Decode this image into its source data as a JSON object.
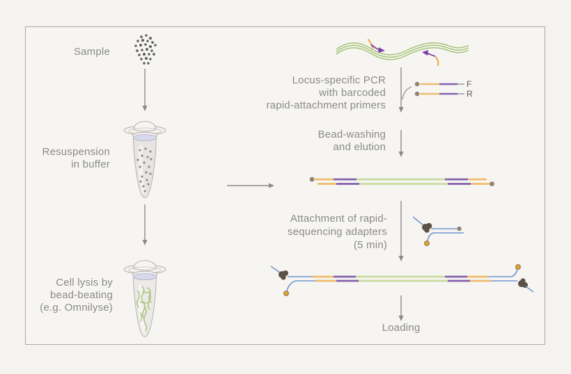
{
  "colors": {
    "background": "#f4f3f0",
    "panel_background": "#f6f5f2",
    "panel_border": "#a9a9a9",
    "label_text": "#8a8a8a",
    "arrow_gray": "#8a8a8a",
    "dna_wave_green": "#a3c274",
    "amplicon_green": "#c9dc9e",
    "barcode_purple": "#8261ad",
    "primer_orange": "#f2bb6d",
    "bead_brown": "#94816f",
    "motor_protein_dark": "#5d5044",
    "tether_orange": "#e3a33c",
    "adapter_blue": "#7096ce",
    "wave_arrow_purple": "#7b3fa5",
    "tube_liquid_lavender": "#d7d9ea",
    "lysate_green": "#a6c177",
    "cell_dot_gray": "#8b8b96"
  },
  "icons": {
    "sample": "cell-cluster-icon",
    "tube1": "microcentrifuge-tube-cells-icon",
    "tube2": "microcentrifuge-tube-lysate-icon",
    "genomic_dna": "wavy-dna-icon",
    "primers": "primer-pair-icon",
    "amplicon": "barcoded-amplicon-icon",
    "adapter": "sequencing-adapter-icon",
    "library": "adapted-library-icon"
  },
  "left_steps": {
    "sample": [
      "Sample"
    ],
    "resuspension": [
      "Resuspension",
      "in buffer"
    ],
    "lysis": [
      "Cell lysis by",
      "bead-beating",
      "(e.g. Omnilyse)"
    ]
  },
  "right_steps": {
    "pcr": [
      "Locus-specific PCR",
      "with barcoded",
      "rapid-attachment primers"
    ],
    "primers": {
      "f": "F",
      "r": "R"
    },
    "wash": [
      "Bead-washing",
      "and elution"
    ],
    "adapters": [
      "Attachment of rapid-",
      "sequencing adapters",
      "(5 min)"
    ],
    "loading": "Loading"
  }
}
